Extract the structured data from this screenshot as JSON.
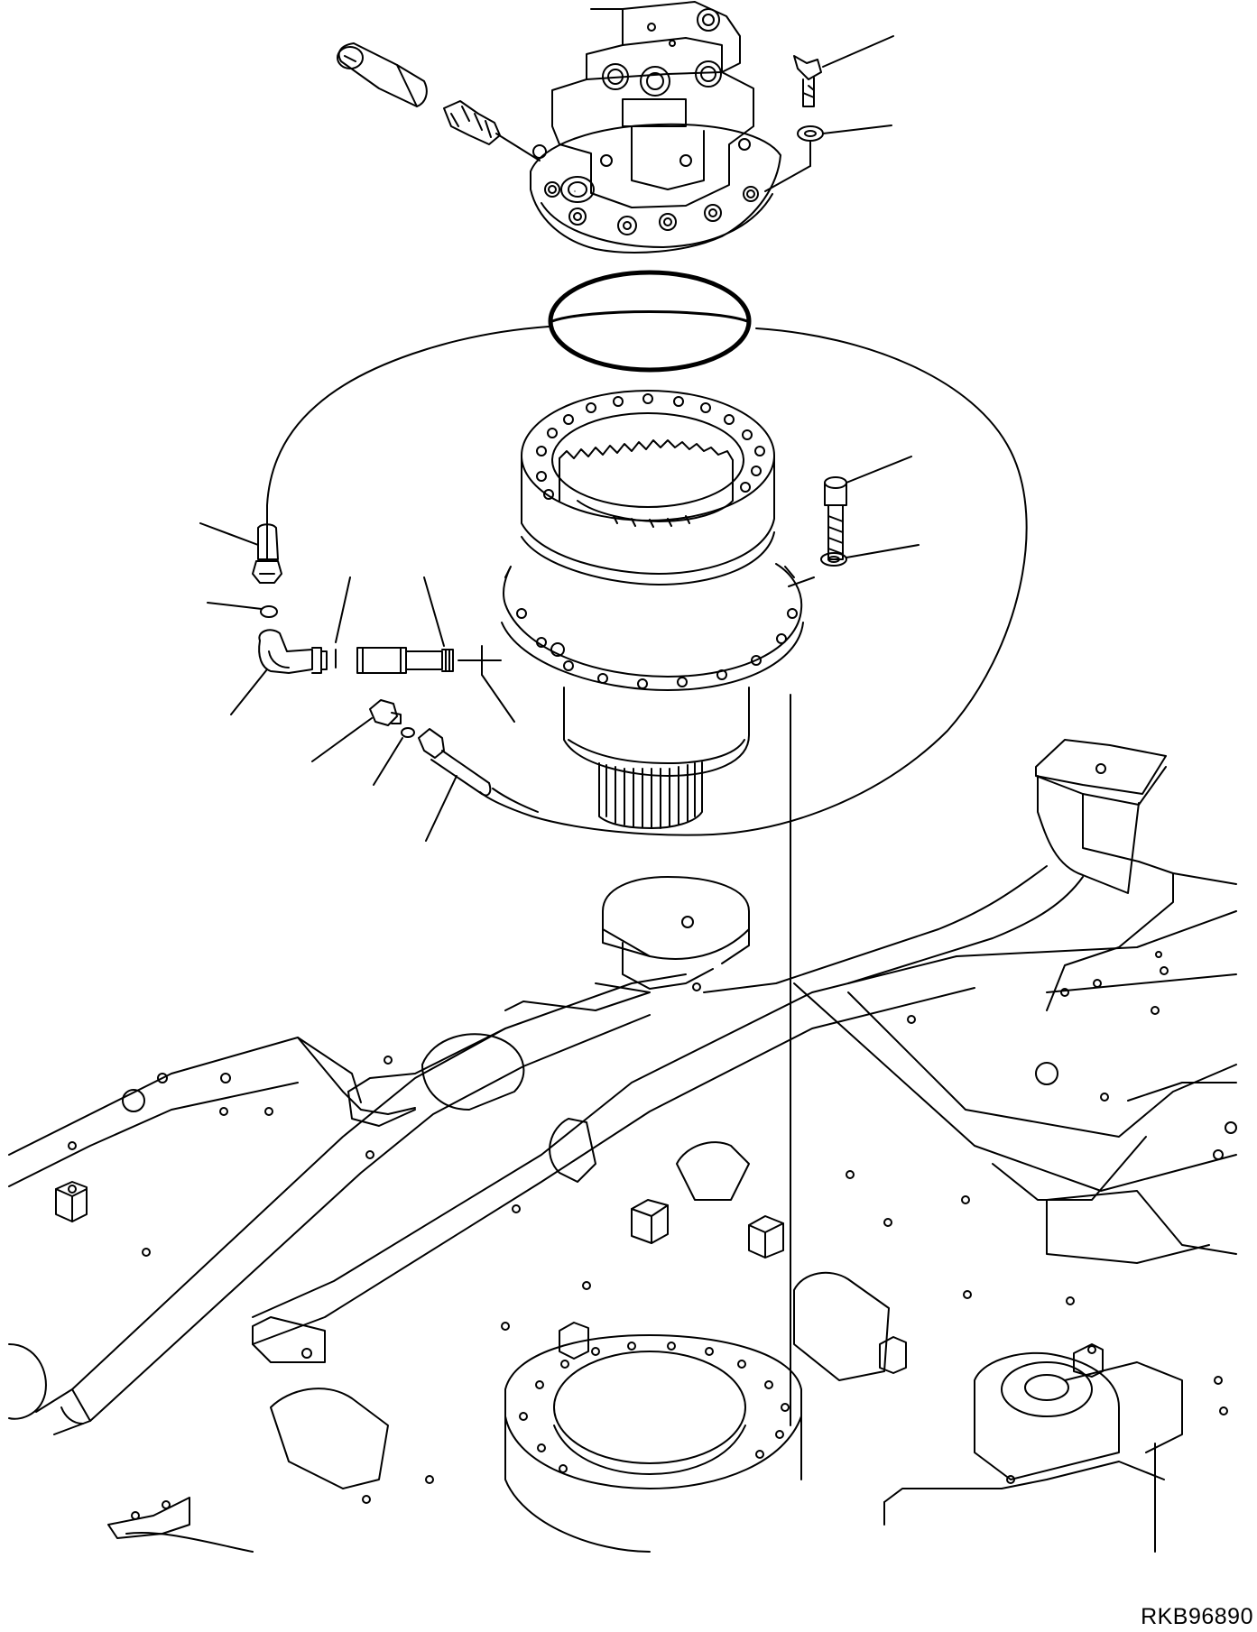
{
  "drawing": {
    "code": "RKB96890",
    "stroke_color": "#000000",
    "background_color": "#ffffff"
  },
  "parts": [
    {
      "name": "swing-motor"
    },
    {
      "name": "motor-o-ring"
    },
    {
      "name": "swing-machinery-reducer"
    },
    {
      "name": "motor-mounting-bolt"
    },
    {
      "name": "motor-mounting-washer"
    },
    {
      "name": "reducer-mounting-bolt"
    },
    {
      "name": "reducer-mounting-washer"
    },
    {
      "name": "drain-hose-upper"
    },
    {
      "name": "elbow-fitting"
    },
    {
      "name": "adapter-nipple"
    },
    {
      "name": "plug"
    },
    {
      "name": "small-o-ring"
    },
    {
      "name": "drain-hose-lower"
    },
    {
      "name": "revolving-frame"
    }
  ]
}
